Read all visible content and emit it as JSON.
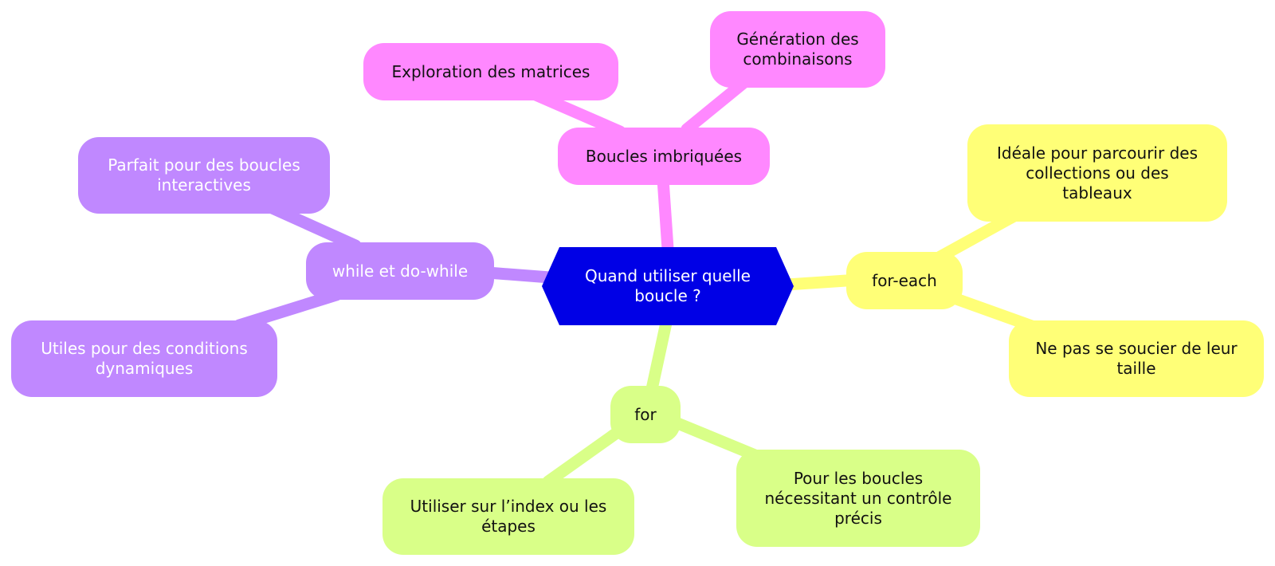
{
  "colors": {
    "root": "#0000e6",
    "pink": "#ff88ff",
    "purple": "#c088ff",
    "yellow": "#ffff77",
    "green": "#d9ff88"
  },
  "root": {
    "label": "Quand utiliser quelle boucle ?"
  },
  "branches": {
    "nested": {
      "label": "Boucles imbriquées",
      "children": [
        "Exploration des matrices",
        "Génération des combinaisons"
      ]
    },
    "while": {
      "label": "while et do-while",
      "children": [
        "Parfait pour des boucles interactives",
        "Utiles pour des conditions dynamiques"
      ]
    },
    "foreach": {
      "label": "for-each",
      "children": [
        "Idéale pour parcourir des collections ou des tableaux",
        "Ne pas se soucier de leur taille"
      ]
    },
    "for": {
      "label": "for",
      "children": [
        "Utiliser sur l’index ou les étapes",
        "Pour les boucles nécessitant un contrôle précis"
      ]
    }
  }
}
